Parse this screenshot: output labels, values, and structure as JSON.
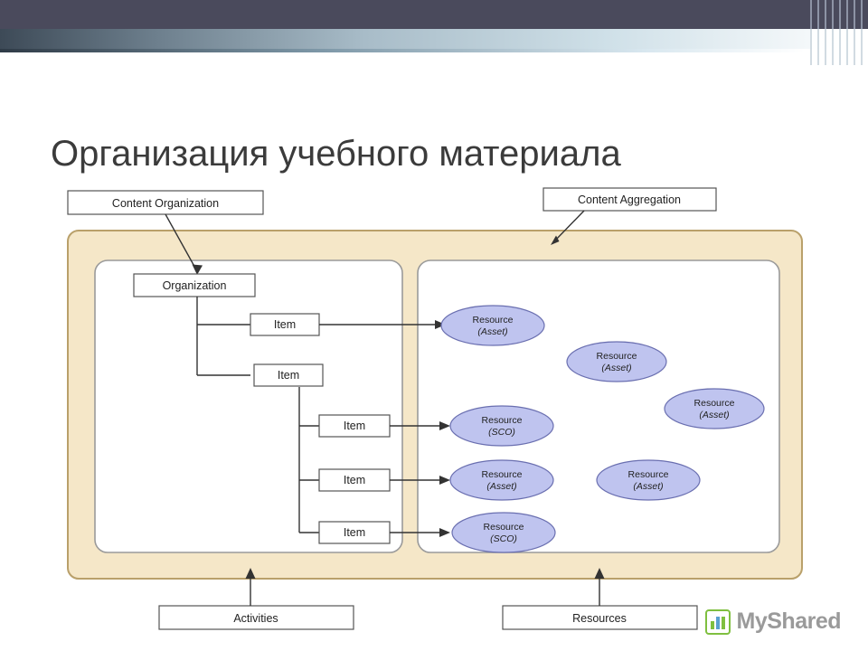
{
  "slide": {
    "title": "Организация учебного материала"
  },
  "diagram": {
    "outer_label_left": "Content Organization",
    "outer_label_right": "Content Aggregation",
    "bottom_label_left": "Activities",
    "bottom_label_right": "Resources",
    "organization_box": "Organization",
    "items": [
      {
        "label": "Item"
      },
      {
        "label": "Item"
      },
      {
        "label": "Item"
      },
      {
        "label": "Item"
      },
      {
        "label": "Item"
      }
    ],
    "resources": [
      {
        "line1": "Resource",
        "line2": "(Asset)"
      },
      {
        "line1": "Resource",
        "line2": "(Asset)"
      },
      {
        "line1": "Resource",
        "line2": "(Asset)"
      },
      {
        "line1": "Resource",
        "line2": "(SCO)"
      },
      {
        "line1": "Resource",
        "line2": "(Asset)"
      },
      {
        "line1": "Resource",
        "line2": "(Asset)"
      },
      {
        "line1": "Resource",
        "line2": "(SCO)"
      }
    ],
    "colors": {
      "panel_fill": "#f5e7c8",
      "panel_stroke": "#b9a06a",
      "inner_fill": "#ffffff",
      "inner_stroke": "#9a9a9a",
      "ellipse_fill": "#bfc4ef",
      "ellipse_stroke": "#6a6fb0",
      "box_stroke": "#555555",
      "line": "#333333"
    }
  },
  "watermark": {
    "text": "MyShared"
  }
}
